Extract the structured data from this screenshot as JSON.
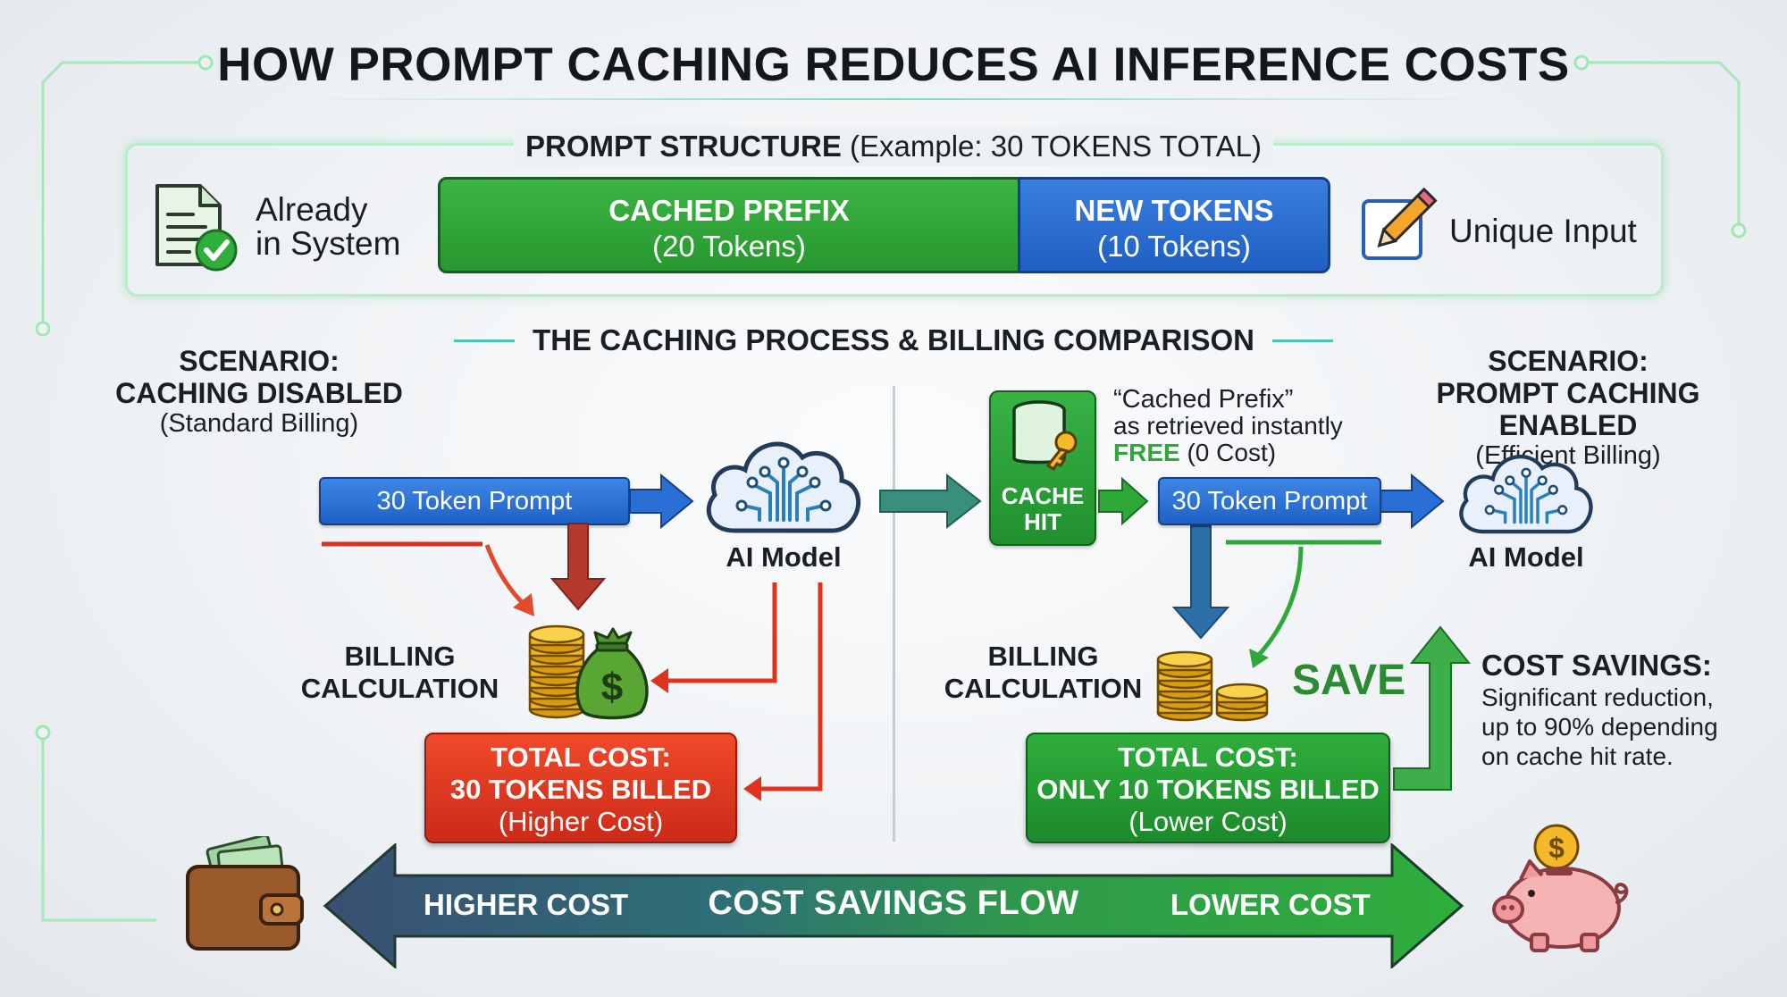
{
  "title": "HOW PROMPT CACHING REDUCES AI INFERENCE COSTS",
  "prompt_structure": {
    "heading": "PROMPT STRUCTURE",
    "subheading": "(Example: 30 TOKENS TOTAL)",
    "left_label_line1": "Already",
    "left_label_line2": "in System",
    "cached_title": "CACHED PREFIX",
    "cached_sub": "(20 Tokens)",
    "new_title": "NEW TOKENS",
    "new_sub": "(10 Tokens)",
    "right_label": "Unique Input"
  },
  "section_heading": "THE CACHING PROCESS & BILLING COMPARISON",
  "left_scenario": {
    "line1": "SCENARIO:",
    "line2": "CACHING DISABLED",
    "line3": "(Standard Billing)",
    "prompt": "30 Token Prompt",
    "model": "AI Model",
    "billing_line1": "BILLING",
    "billing_line2": "CALCULATION",
    "cost_line1": "TOTAL COST:",
    "cost_line2": "30 TOKENS BILLED",
    "cost_line3": "(Higher Cost)"
  },
  "right_scenario": {
    "line1": "SCENARIO:",
    "line2": "PROMPT CACHING ENABLED",
    "line3": "(Efficient Billing)",
    "cache_hit_line1": "CACHE",
    "cache_hit_line2": "HIT",
    "note_line1": "“Cached Prefix”",
    "note_line2": "as retrieved instantly",
    "note_free": "FREE",
    "note_cost": "(0 Cost)",
    "prompt": "30 Token Prompt",
    "model": "AI Model",
    "billing_line1": "BILLING",
    "billing_line2": "CALCULATION",
    "save": "SAVE",
    "cost_line1": "TOTAL COST:",
    "cost_line2": "ONLY 10 TOKENS BILLED",
    "cost_line3": "(Lower Cost)",
    "savings_title": "COST SAVINGS:",
    "savings_line1": "Significant reduction,",
    "savings_line2": "up to 90% depending",
    "savings_line3": "on cache hit rate."
  },
  "flow": {
    "left": "HIGHER COST",
    "center": "COST SAVINGS FLOW",
    "right": "LOWER COST"
  },
  "icons": {
    "document": "document-check-icon",
    "pencil": "pencil-edit-icon",
    "cloud": "ai-cloud-circuit-icon",
    "coins": "coin-stack-icon",
    "money_bag": "money-bag-icon",
    "database": "database-key-icon",
    "wallet": "wallet-icon",
    "piggy": "piggy-bank-icon"
  },
  "colors": {
    "green": "#2fa83a",
    "blue": "#2a6fd6",
    "red": "#e03a22",
    "teal": "#48c6b0"
  }
}
